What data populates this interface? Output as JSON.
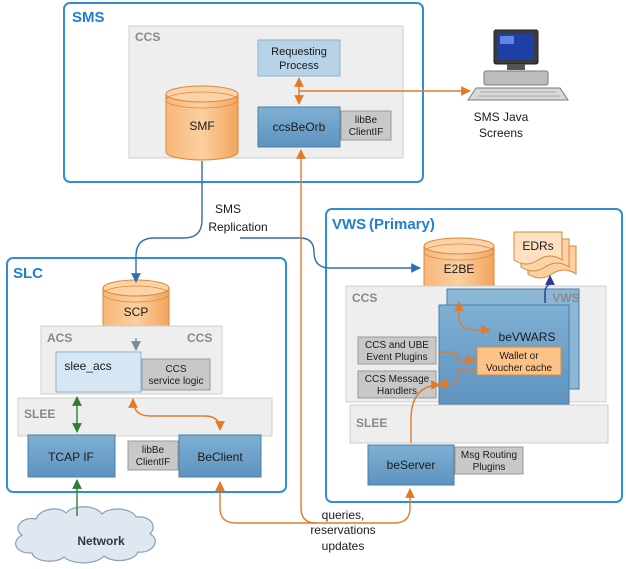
{
  "sms": {
    "title": "SMS",
    "ccs_label": "CCS",
    "requesting_process": [
      "Requesting",
      "Process"
    ],
    "smf": "SMF",
    "ccsbeorb": "ccsBeOrb",
    "libbe_clientif": [
      "libBe",
      "ClientIF"
    ],
    "java_screens": [
      "SMS Java",
      "Screens"
    ]
  },
  "replication": [
    "SMS",
    "Replication"
  ],
  "slc": {
    "title": "SLC",
    "scp": "SCP",
    "acs_label": "ACS",
    "ccs_label": "CCS",
    "slee_acs": "slee_acs",
    "ccs_service_logic": [
      "CCS",
      "service logic"
    ],
    "slee_label": "SLEE",
    "tcap_if": "TCAP IF",
    "libbe_clientif": [
      "libBe",
      "ClientIF"
    ],
    "beclient": "BeClient"
  },
  "vws": {
    "title_main": "VWS",
    "title_suffix": "(Primary)",
    "e2be": "E2BE",
    "edrs": "EDRs",
    "ccs_label": "CCS",
    "vws_label": "VWS",
    "bevwars": "beVWARS",
    "wallet_cache": [
      "Wallet or",
      "Voucher cache"
    ],
    "ube_plugins": [
      "CCS and UBE",
      "Event Plugins"
    ],
    "msg_handlers": [
      "CCS Message",
      "Handlers"
    ],
    "slee_label": "SLEE",
    "beserver": "beServer",
    "msg_routing": [
      "Msg Routing",
      "Plugins"
    ]
  },
  "network": "Network",
  "queries": [
    "queries,",
    "reservations",
    "updates"
  ],
  "colors": {
    "frame_blue": "#2e8fd6",
    "grey_box": "#eeeeee",
    "orange": "#e07b2a",
    "green": "#2e7d32",
    "navy": "#2b3990",
    "component_blue": "#b6d3e8"
  }
}
